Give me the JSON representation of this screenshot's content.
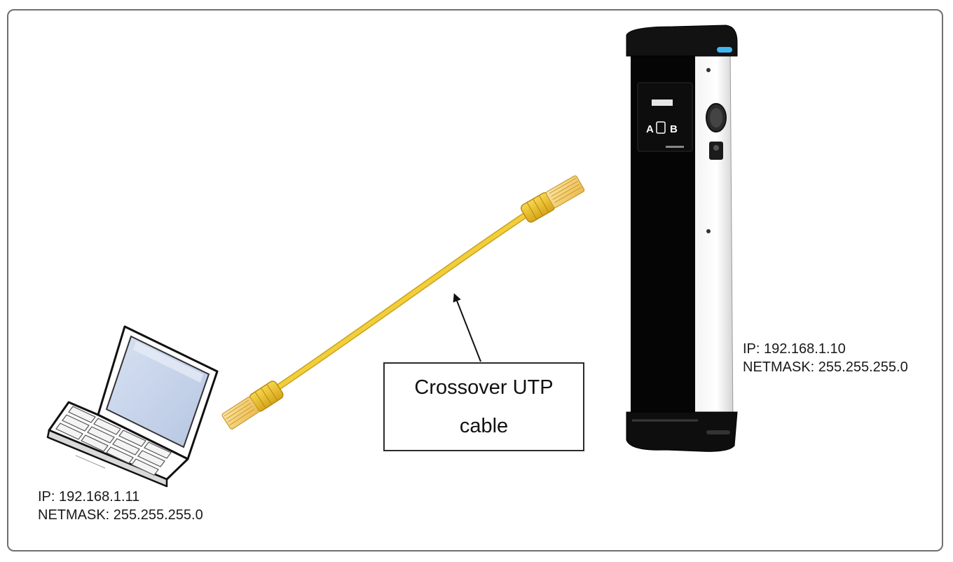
{
  "laptop": {
    "ip": "IP: 192.168.1.11",
    "netmask": "NETMASK: 255.255.255.0"
  },
  "charger": {
    "ip": "IP: 192.168.1.10",
    "netmask": "NETMASK: 255.255.255.0",
    "display_left": "A",
    "display_right": "B",
    "led_color": "#3fb6f0"
  },
  "cable": {
    "callout_line1": "Crossover UTP",
    "callout_line2": "cable",
    "color": "#f2cf3a"
  },
  "icons": [
    "laptop-icon",
    "ethernet-cable-icon",
    "ev-charger-icon",
    "rj45-connector-icon"
  ]
}
